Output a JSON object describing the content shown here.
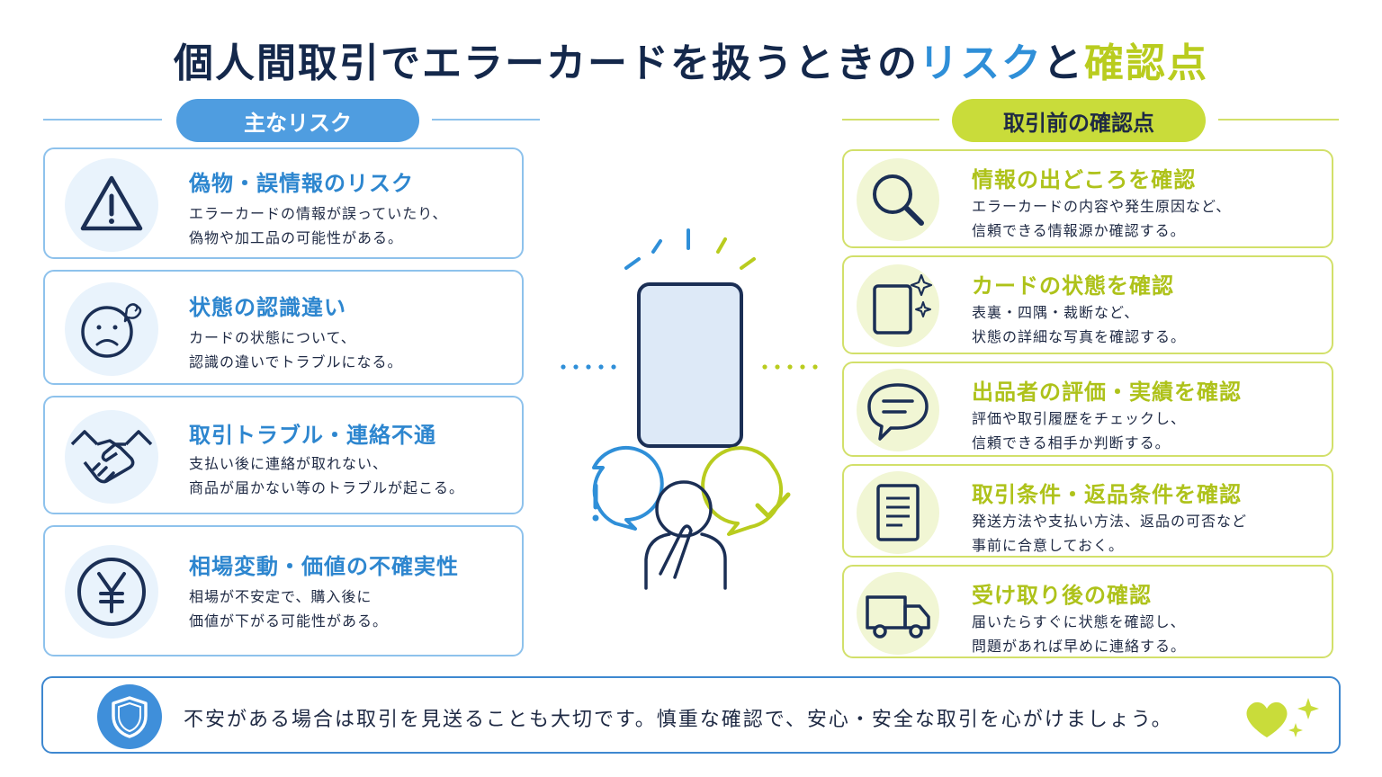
{
  "title": {
    "part1": "個人間取引でエラーカードを扱うときの",
    "risk_word": "リスク",
    "connector": "と",
    "check_word": "確認点"
  },
  "left_section": {
    "heading": "主なリスク",
    "items": [
      {
        "icon": "warning-icon",
        "title": "偽物・誤情報のリスク",
        "desc": "エラーカードの情報が誤っていたり、\n偽物や加工品の可能性がある。"
      },
      {
        "icon": "worried-face-icon",
        "title": "状態の認識違い",
        "desc": "カードの状態について、\n認識の違いでトラブルになる。"
      },
      {
        "icon": "handshake-icon",
        "title": "取引トラブル・連絡不通",
        "desc": "支払い後に連絡が取れない、\n商品が届かない等のトラブルが起こる。"
      },
      {
        "icon": "yen-icon",
        "title": "相場変動・価値の不確実性",
        "desc": "相場が不安定で、購入後に\n価値が下がる可能性がある。"
      }
    ]
  },
  "right_section": {
    "heading": "取引前の確認点",
    "items": [
      {
        "icon": "magnifier-icon",
        "title": "情報の出どころを確認",
        "desc": "エラーカードの内容や発生原因など、\n信頼できる情報源か確認する。"
      },
      {
        "icon": "card-sparkle-icon",
        "title": "カードの状態を確認",
        "desc": "表裏・四隅・裁断など、\n状態の詳細な写真を確認する。"
      },
      {
        "icon": "chat-bubble-icon",
        "title": "出品者の評価・実績を確認",
        "desc": "評価や取引履歴をチェックし、\n信頼できる相手か判断する。"
      },
      {
        "icon": "document-icon",
        "title": "取引条件・返品条件を確認",
        "desc": "発送方法や支払い方法、返品の可否など\n事前に合意しておく。"
      },
      {
        "icon": "truck-icon",
        "title": "受け取り後の確認",
        "desc": "届いたらすぐに状態を確認し、\n問題があれば早めに連絡する。"
      }
    ]
  },
  "footer": {
    "icon": "shield-icon",
    "text": "不安がある場合は取引を見送ることも大切です。慎重な確認で、安心・安全な取引を心がけましょう。",
    "deco_icon": "heart-sparkle-icon"
  },
  "colors": {
    "navy": "#14284b",
    "blue": "#2f8fd8",
    "lime": "#b9cc1f"
  }
}
